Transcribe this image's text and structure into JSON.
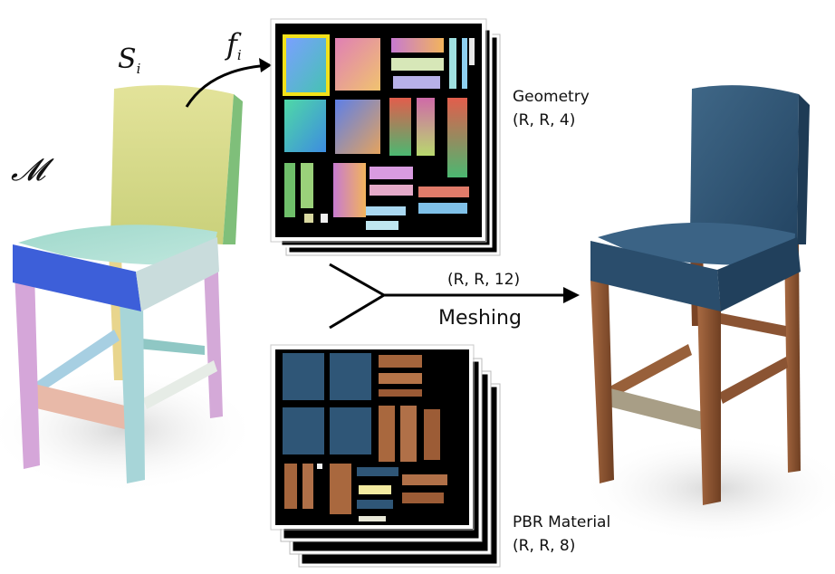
{
  "labels": {
    "mesh_symbol": "𝓜",
    "part_symbol": "S",
    "part_subscript": "i",
    "map_symbol": "f",
    "map_subscript": "i"
  },
  "geometry_stack": {
    "title": "Geometry",
    "shape": "(R, R, 4)"
  },
  "material_stack": {
    "title": "PBR Material",
    "shape": "(R, R, 8)"
  },
  "meshing": {
    "shape": "(R, R, 12)",
    "label": "Meshing"
  },
  "colors": {
    "highlight": "#f2e11a",
    "atlas_bg": "#000000",
    "fabric": "#2f5677",
    "wood": "#8b5433",
    "arrow": "#000000"
  }
}
